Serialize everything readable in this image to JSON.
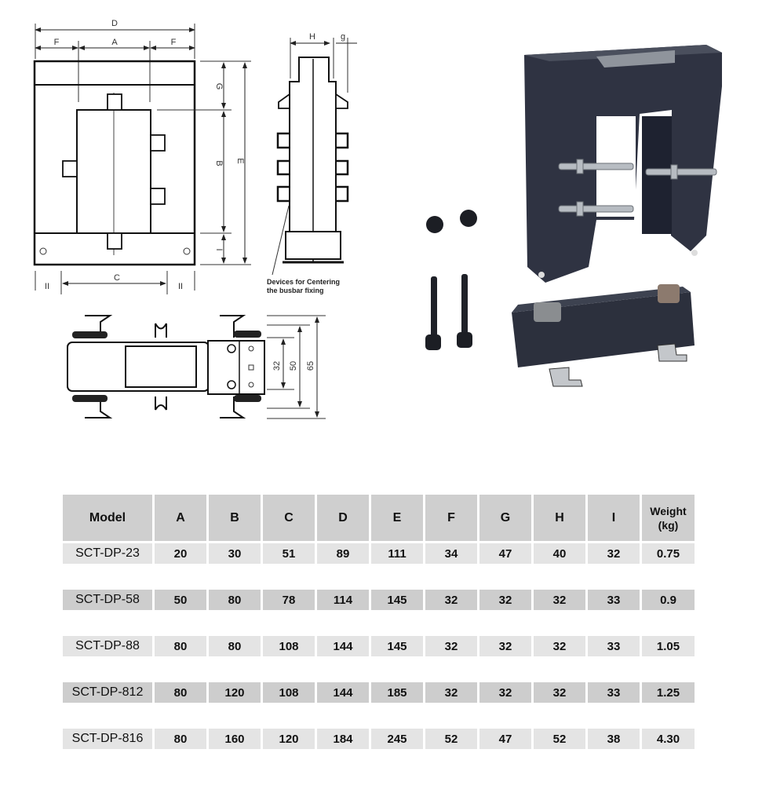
{
  "drawing": {
    "front_view": {
      "labels": {
        "D": "D",
        "F_left": "F",
        "A": "A",
        "F_right": "F",
        "G": "G",
        "B": "B",
        "E": "E",
        "I": "I",
        "C": "C",
        "II_left": "II",
        "II_right": "II"
      }
    },
    "side_view": {
      "labels": {
        "H": "H",
        "g": "g"
      },
      "note_line1": "Devices for Centering",
      "note_line2": "the busbar fixing"
    },
    "top_view": {
      "labels": {
        "d32": "32",
        "d50": "50",
        "d65": "65"
      }
    }
  },
  "photo": {
    "description": "split-core current transformer with separated bottom bar, two nuts and two bolts",
    "body_color": "#2b2f3a"
  },
  "table": {
    "headers": [
      "Model",
      "A",
      "B",
      "C",
      "D",
      "E",
      "F",
      "G",
      "H",
      "I"
    ],
    "weight_header_line1": "Weight",
    "weight_header_line2": "(kg)",
    "rows": [
      {
        "model": "SCT-DP-23",
        "A": "20",
        "B": "30",
        "C": "51",
        "D": "89",
        "E": "111",
        "F": "34",
        "G": "47",
        "H": "40",
        "I": "32",
        "weight": "0.75"
      },
      {
        "model": "SCT-DP-58",
        "A": "50",
        "B": "80",
        "C": "78",
        "D": "114",
        "E": "145",
        "F": "32",
        "G": "32",
        "H": "32",
        "I": "33",
        "weight": "0.9"
      },
      {
        "model": "SCT-DP-88",
        "A": "80",
        "B": "80",
        "C": "108",
        "D": "144",
        "E": "145",
        "F": "32",
        "G": "32",
        "H": "32",
        "I": "33",
        "weight": "1.05"
      },
      {
        "model": "SCT-DP-812",
        "A": "80",
        "B": "120",
        "C": "108",
        "D": "144",
        "E": "185",
        "F": "32",
        "G": "32",
        "H": "32",
        "I": "33",
        "weight": "1.25"
      },
      {
        "model": "SCT-DP-816",
        "A": "80",
        "B": "160",
        "C": "120",
        "D": "184",
        "E": "245",
        "F": "52",
        "G": "47",
        "H": "52",
        "I": "38",
        "weight": "4.30"
      }
    ]
  },
  "colors": {
    "header_bg": "#cfcfcf",
    "row_light": "#e4e4e4",
    "row_dark": "#cdcdcd"
  }
}
